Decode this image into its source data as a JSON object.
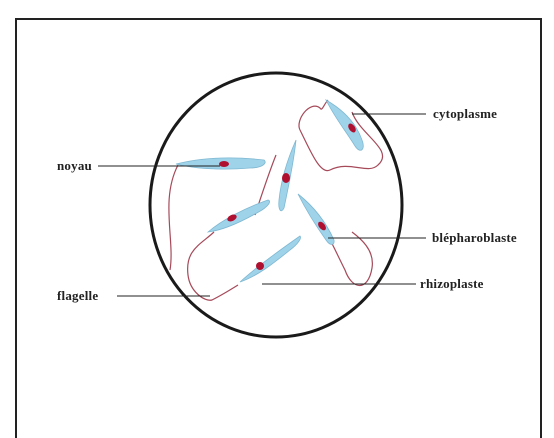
{
  "labels": {
    "cytoplasm": "cytoplasme",
    "nucleus": "noyau",
    "blepharoplast": "blépharoblaste",
    "rhizoplast": "rhizoplaste",
    "flagellum": "flagelle"
  },
  "colors": {
    "outline": "#1a1a1a",
    "cell_body": "#9fd3ea",
    "nucleus": "#b01030",
    "flagellum": "#a64a5a",
    "leader_line": "#222222"
  }
}
